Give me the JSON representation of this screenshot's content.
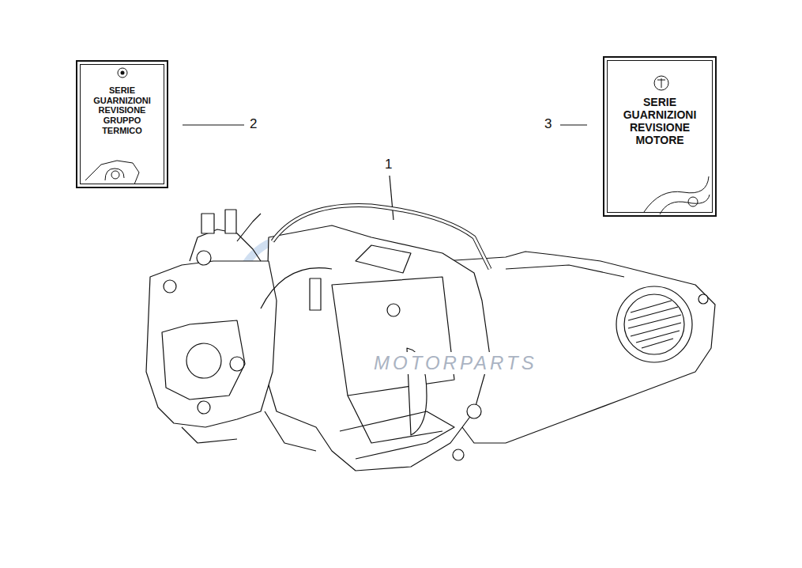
{
  "diagram": {
    "nodes": [
      {
        "text": [
          "SERIE GUARNIZIONI REVISIONE GRUPPO TERMICO"
        ]
      },
      {
        "text": [
          "SERIE GUARNIZIONI REVISIONE MOTORE"
        ]
      }
    ],
    "labels": [
      "2",
      "3",
      "1",
      "MOTORPARTS"
    ]
  }
}
